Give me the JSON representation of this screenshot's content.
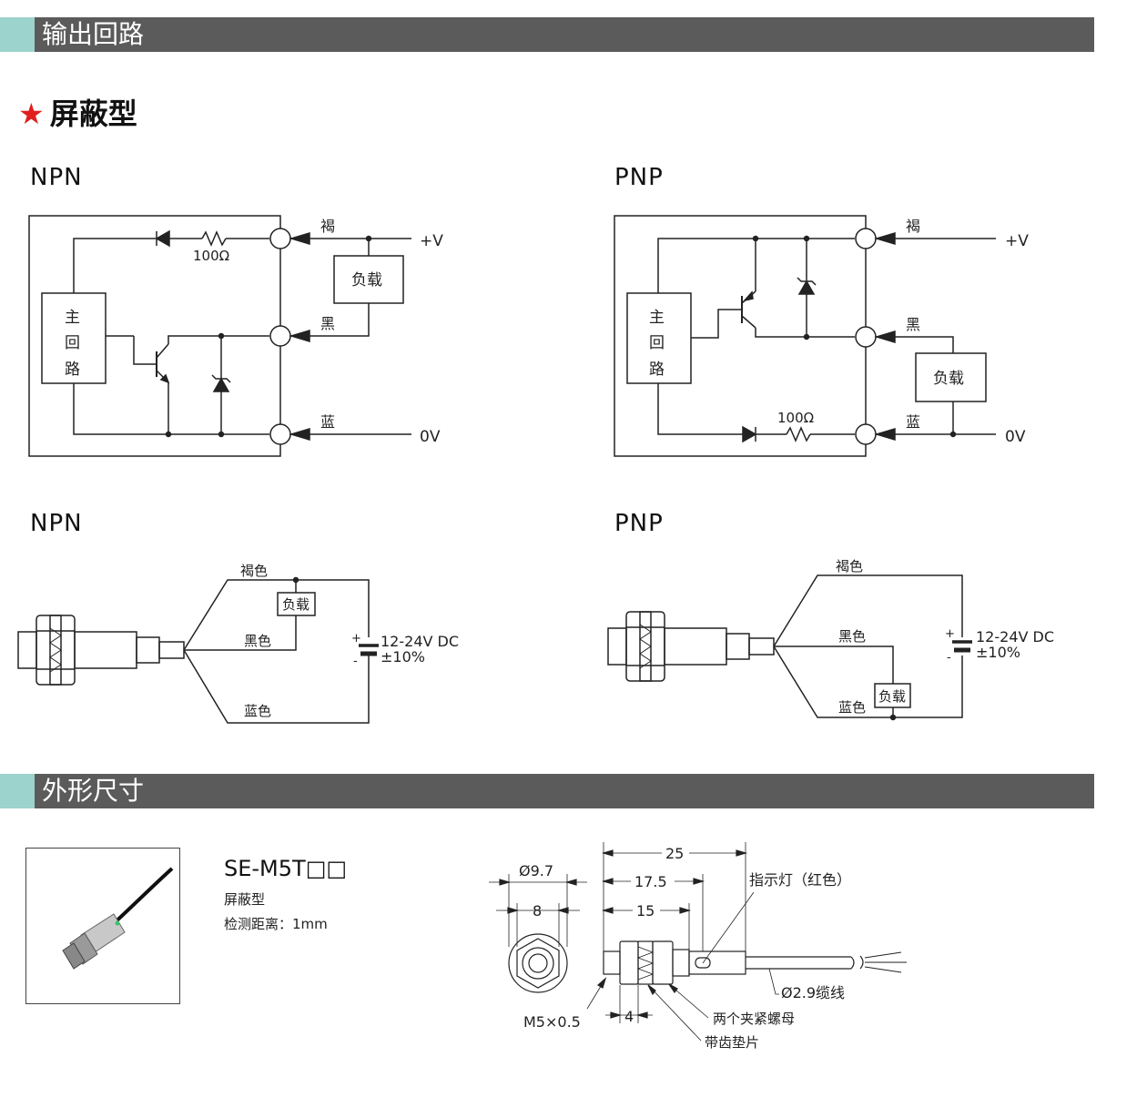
{
  "sections": {
    "output_circuit": "输出回路",
    "dimensions": "外形尺寸"
  },
  "heading": {
    "star": "★",
    "text": "屏蔽型"
  },
  "labels": {
    "npn_top": "NPN",
    "pnp_top": "PNP",
    "npn_bottom": "NPN",
    "pnp_bottom": "PNP"
  },
  "circuit": {
    "main_circuit": [
      "主",
      "回",
      "路"
    ],
    "resistor": "100Ω",
    "brown": "褐",
    "black": "黑",
    "blue": "蓝",
    "load": "负载",
    "vplus": "+V",
    "zero_v": "0V"
  },
  "wiring": {
    "brown": "褐色",
    "black": "黑色",
    "blue": "蓝色",
    "load": "负载",
    "supply": "12-24V DC",
    "tolerance": "±10%",
    "plus": "+",
    "minus": "-"
  },
  "product": {
    "model": "SE-M5T□□",
    "type": "屏蔽型",
    "distance": "检测距离：1mm"
  },
  "dims": {
    "d_head": "Ø9.7",
    "d_hex": "8",
    "len_total": "25",
    "len_17": "17.5",
    "len_15": "15",
    "thread": "M5×0.5",
    "len_4": "4",
    "indicator": "指示灯（红色）",
    "cable": "Ø2.9缆线",
    "nuts": "两个夹紧螺母",
    "washer": "带齿垫片"
  }
}
